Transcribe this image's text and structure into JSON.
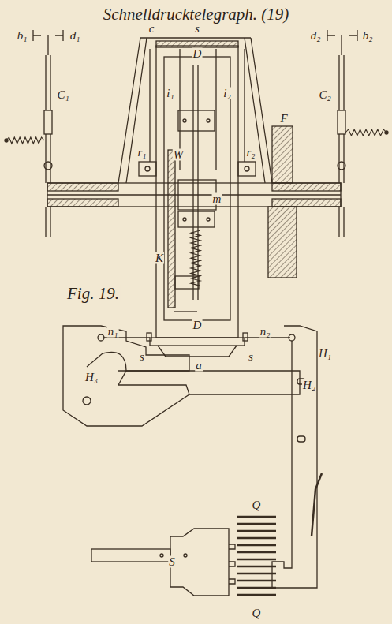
{
  "diagram": {
    "title": "Schnelldrucktelegraph. (19)",
    "labels": [
      "b₁",
      "d₁",
      "d₂",
      "b₂",
      "C₁",
      "C₂",
      "c",
      "s",
      "D",
      "i₁",
      "i₂",
      "F",
      "W",
      "r₁",
      "r₂",
      "m",
      "K",
      "Fig. 19.",
      "D",
      "n₁",
      "n₂",
      "s",
      "s",
      "a",
      "H₃",
      "H₁",
      "H₂",
      "Q",
      "S",
      "Q"
    ]
  }
}
